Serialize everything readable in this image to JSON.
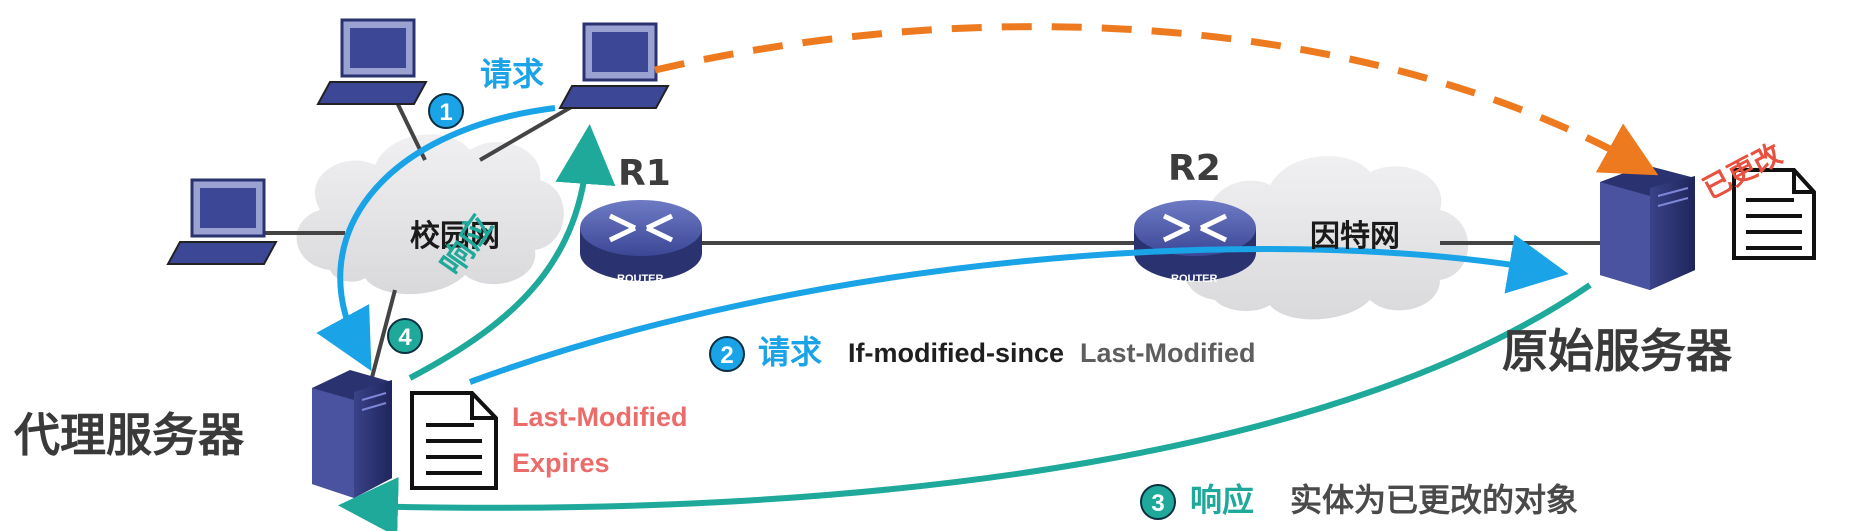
{
  "nodes": {
    "proxy_server": "代理服务器",
    "origin_server": "原始服务器",
    "campus_net": "校园网",
    "internet": "因特网",
    "router1": "R1",
    "router2": "R2",
    "router_text": "ROUTER"
  },
  "steps": [
    {
      "num": "1",
      "label": "请求"
    },
    {
      "num": "2",
      "label": "请求",
      "header1": "If-modified-since",
      "header2": "Last-Modified"
    },
    {
      "num": "3",
      "label": "响应",
      "desc": "实体为已更改的对象"
    },
    {
      "num": "4",
      "label": "响应"
    }
  ],
  "proxy_doc_meta": [
    "Last-Modified",
    "Expires"
  ],
  "origin_doc_status": "已更改",
  "colors": {
    "request": "#1aa3e6",
    "response": "#1ea99a",
    "dashed": "#ee7a1f",
    "cloud": "#e6e6e8",
    "server": "#2b3270",
    "meta": "#ec6b6b"
  }
}
